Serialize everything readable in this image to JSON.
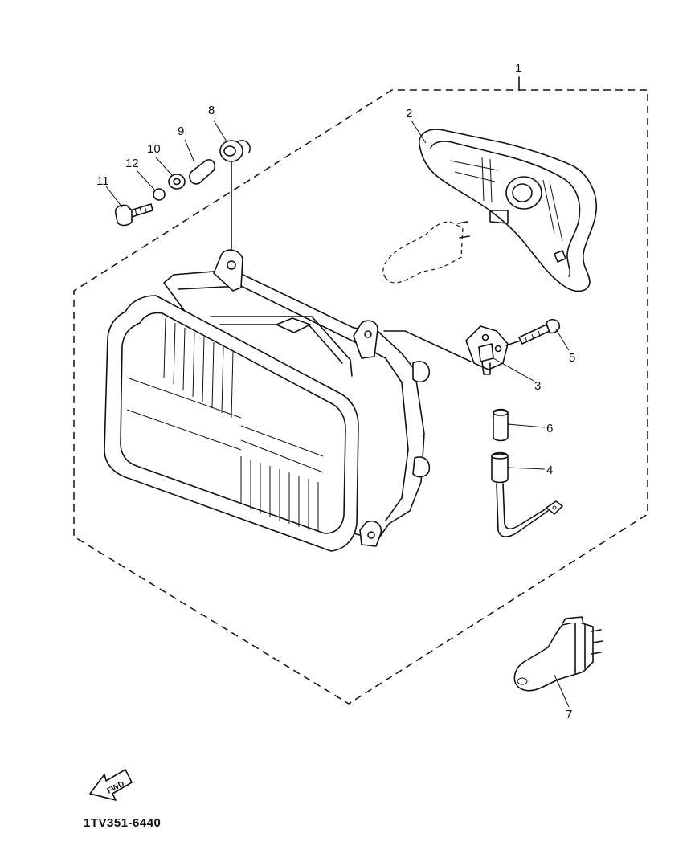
{
  "diagram": {
    "part_code": "1TV351-6440",
    "fwd_label": "FWD",
    "callouts": [
      {
        "id": "1",
        "text": "1"
      },
      {
        "id": "2",
        "text": "2"
      },
      {
        "id": "3",
        "text": "3"
      },
      {
        "id": "4",
        "text": "4"
      },
      {
        "id": "5",
        "text": "5"
      },
      {
        "id": "6",
        "text": "6"
      },
      {
        "id": "7",
        "text": "7"
      },
      {
        "id": "8",
        "text": "8"
      },
      {
        "id": "9",
        "text": "9"
      },
      {
        "id": "10",
        "text": "10"
      },
      {
        "id": "11",
        "text": "11"
      },
      {
        "id": "12",
        "text": "12"
      }
    ]
  }
}
